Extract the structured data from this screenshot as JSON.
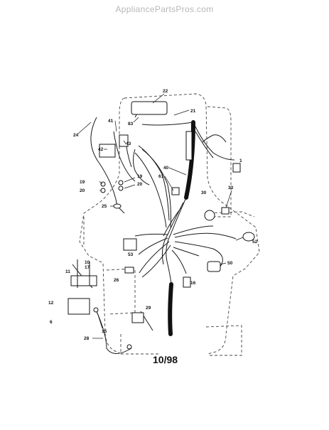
{
  "watermark": "AppliancePartsPros.com",
  "diagram_date": "10/98",
  "callouts": [
    "22",
    "21",
    "83",
    "24",
    "41",
    "43",
    "42",
    "40",
    "1",
    "61",
    "19",
    "20",
    "19",
    "20",
    "25",
    "33",
    "30",
    "52",
    "53",
    "50",
    "26",
    "16",
    "11",
    "17",
    "10",
    "12",
    "6",
    "29",
    "28",
    "15"
  ]
}
